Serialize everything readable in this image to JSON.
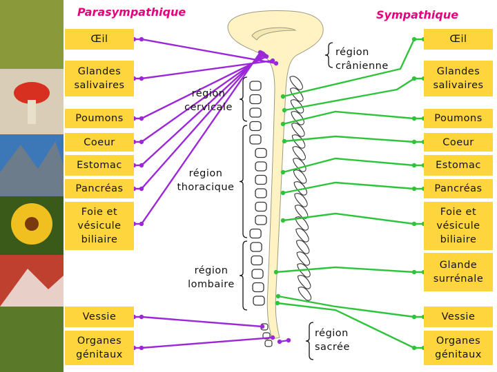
{
  "titles": {
    "parasympathetic": "Parasympathique",
    "sympathetic": "Sympathique"
  },
  "left_organs": [
    "Œil",
    "Glandes\nsalivaires",
    "Poumons",
    "Coeur",
    "Estomac",
    "Pancréas",
    "Foie et\nvésicule\nbiliaire",
    "Vessie",
    "Organes\ngénitaux"
  ],
  "right_organs": [
    "Œil",
    "Glandes\nsalivaires",
    "Poumons",
    "Coeur",
    "Estomac",
    "Pancréas",
    "Foie et\nvésicule\nbiliaire",
    "Glande\nsurrénale",
    "Vessie",
    "Organes\ngénitaux"
  ],
  "regions": {
    "cranial": "région\ncrânienne",
    "cervical": "région\ncervicale",
    "thoracic": "région\nthoracique",
    "lumbar": "région\nlombaire",
    "sacral": "région\nsacrée"
  },
  "colors": {
    "parasympathetic": "#9b27d9",
    "sympathetic": "#2ec43a",
    "title": "#e6007e",
    "box": "#ffd53d",
    "spine": "#fff3c4"
  }
}
